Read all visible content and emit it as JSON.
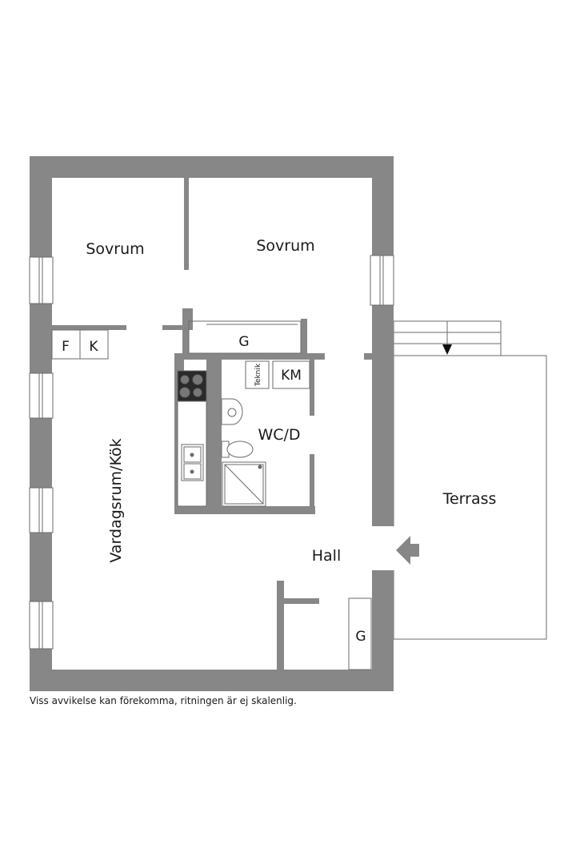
{
  "rooms": {
    "bedroom_left": "Sovrum",
    "bedroom_right": "Sovrum",
    "living_kitchen": "Vardagsrum/Kök",
    "wardrobe_g": "G",
    "wardrobe_g_hall": "G",
    "fridge": "F",
    "freezer": "K",
    "utility": "Teknik",
    "washer": "KM",
    "bathroom": "WC/D",
    "hall": "Hall",
    "terrace": "Terrass"
  },
  "disclaimer": "Viss avvikelse kan förekomma, ritningen är ej skalenlig.",
  "colors": {
    "wall": "#878787",
    "line": "#6b6b6b",
    "background": "#ffffff"
  }
}
